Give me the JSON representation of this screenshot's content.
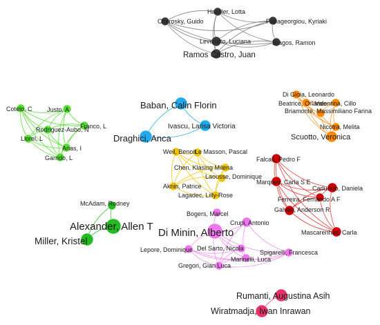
{
  "clusters": [
    {
      "id": "dark",
      "color": "#3a3a3a",
      "edge_color": "#7a7a7a",
      "nodes": [
        {
          "id": "hassler",
          "label": "Hassler, Lotta"
        },
        {
          "id": "charosky",
          "label": "Charosky, Guido"
        },
        {
          "id": "papageorgiou",
          "label": "Papageorgiou, Kyriaki"
        },
        {
          "id": "leveratto",
          "label": "Leveratto, Luciana"
        },
        {
          "id": "bragos",
          "label": "Bragos, Ramon"
        },
        {
          "id": "ramos",
          "label": "Ramos Castro, Juan"
        }
      ],
      "edges": [
        [
          "hassler",
          "charosky"
        ],
        [
          "hassler",
          "papageorgiou"
        ],
        [
          "hassler",
          "leveratto"
        ],
        [
          "hassler",
          "bragos"
        ],
        [
          "hassler",
          "ramos"
        ],
        [
          "charosky",
          "papageorgiou"
        ],
        [
          "charosky",
          "leveratto"
        ],
        [
          "charosky",
          "bragos"
        ],
        [
          "charosky",
          "ramos"
        ],
        [
          "papageorgiou",
          "leveratto"
        ],
        [
          "papageorgiou",
          "bragos"
        ],
        [
          "papageorgiou",
          "ramos"
        ],
        [
          "leveratto",
          "bragos"
        ],
        [
          "leveratto",
          "ramos"
        ],
        [
          "bragos",
          "ramos"
        ]
      ]
    },
    {
      "id": "green-left",
      "color": "#55dd33",
      "edge_color": "#55dd33",
      "nodes": [
        {
          "id": "cotelo",
          "label": "Cotelo, C"
        },
        {
          "id": "justo",
          "label": "Justo, A"
        },
        {
          "id": "franco",
          "label": "Franco, L"
        },
        {
          "id": "rodriguez",
          "label": "Rodriguez-Aubo, N"
        },
        {
          "id": "llorel",
          "label": "Llorel, L"
        },
        {
          "id": "arias",
          "label": "Arias, I"
        },
        {
          "id": "garrido",
          "label": "Garrido, L"
        }
      ],
      "edges": [
        [
          "cotelo",
          "justo"
        ],
        [
          "cotelo",
          "rodriguez"
        ],
        [
          "cotelo",
          "llorel"
        ],
        [
          "cotelo",
          "arias"
        ],
        [
          "cotelo",
          "garrido"
        ],
        [
          "cotelo",
          "franco"
        ],
        [
          "justo",
          "franco"
        ],
        [
          "justo",
          "rodriguez"
        ],
        [
          "justo",
          "llorel"
        ],
        [
          "justo",
          "arias"
        ],
        [
          "justo",
          "garrido"
        ],
        [
          "franco",
          "rodriguez"
        ],
        [
          "franco",
          "arias"
        ],
        [
          "franco",
          "garrido"
        ],
        [
          "rodriguez",
          "llorel"
        ],
        [
          "rodriguez",
          "arias"
        ],
        [
          "rodriguez",
          "garrido"
        ],
        [
          "llorel",
          "arias"
        ],
        [
          "llorel",
          "garrido"
        ],
        [
          "arias",
          "garrido"
        ]
      ]
    },
    {
      "id": "cyan",
      "color": "#22aaee",
      "edge_color": "#22aaee",
      "nodes": [
        {
          "id": "baban",
          "label": "Baban, Calin Florin"
        },
        {
          "id": "ivascu",
          "label": "Ivascu, Larisa Victoria"
        },
        {
          "id": "draghici",
          "label": "Draghici, Anca"
        }
      ],
      "edges": [
        [
          "baban",
          "draghici"
        ],
        [
          "draghici",
          "ivascu"
        ],
        [
          "baban",
          "ivascu"
        ]
      ]
    },
    {
      "id": "orange",
      "color": "#ff8800",
      "edge_color": "#ff9933",
      "nodes": [
        {
          "id": "digioia",
          "label": "Di Gioia, Leonardo"
        },
        {
          "id": "beatrice",
          "label": "Beatrice, Orlando"
        },
        {
          "id": "valentina",
          "label": "Valentina, Cillo"
        },
        {
          "id": "briamonte",
          "label": "Briamonte, Massimiliano Farina"
        },
        {
          "id": "nicotra",
          "label": "Nicotra, Melita"
        },
        {
          "id": "scuotto",
          "label": "Scuotto, Veronica"
        }
      ],
      "edges": [
        [
          "digioia",
          "beatrice"
        ],
        [
          "digioia",
          "valentina"
        ],
        [
          "digioia",
          "briamonte"
        ],
        [
          "digioia",
          "nicotra"
        ],
        [
          "digioia",
          "scuotto"
        ],
        [
          "beatrice",
          "valentina"
        ],
        [
          "beatrice",
          "briamonte"
        ],
        [
          "beatrice",
          "nicotra"
        ],
        [
          "beatrice",
          "scuotto"
        ],
        [
          "valentina",
          "briamonte"
        ],
        [
          "valentina",
          "nicotra"
        ],
        [
          "valentina",
          "scuotto"
        ],
        [
          "briamonte",
          "nicotra"
        ],
        [
          "briamonte",
          "scuotto"
        ],
        [
          "nicotra",
          "scuotto"
        ]
      ]
    },
    {
      "id": "yellow",
      "color": "#f0c400",
      "edge_color": "#f0c400",
      "nodes": [
        {
          "id": "weil",
          "label": "Weil, Benoit"
        },
        {
          "id": "lemasson",
          "label": "Le Masson, Pascal"
        },
        {
          "id": "chen",
          "label": "Chen, Klasing Milena"
        },
        {
          "id": "laousse",
          "label": "Laousse, Dominique"
        },
        {
          "id": "aknin",
          "label": "Aknin, Patrice"
        },
        {
          "id": "lagadec",
          "label": "Lagadec, Lilly-Rose"
        }
      ],
      "edges": [
        [
          "weil",
          "lemasson"
        ],
        [
          "weil",
          "chen"
        ],
        [
          "weil",
          "laousse"
        ],
        [
          "weil",
          "aknin"
        ],
        [
          "weil",
          "lagadec"
        ],
        [
          "lemasson",
          "chen"
        ],
        [
          "lemasson",
          "laousse"
        ],
        [
          "lemasson",
          "aknin"
        ],
        [
          "lemasson",
          "lagadec"
        ],
        [
          "chen",
          "laousse"
        ],
        [
          "chen",
          "aknin"
        ],
        [
          "chen",
          "lagadec"
        ],
        [
          "laousse",
          "aknin"
        ],
        [
          "laousse",
          "lagadec"
        ],
        [
          "aknin",
          "lagadec"
        ]
      ]
    },
    {
      "id": "red",
      "color": "#cc0000",
      "edge_color": "#dd3333",
      "nodes": [
        {
          "id": "falcao",
          "label": "Falcao, Pedro F"
        },
        {
          "id": "marques",
          "label": "Marques, Carla S E"
        },
        {
          "id": "carluccio",
          "label": "Carluccio, Daniela"
        },
        {
          "id": "ferreira",
          "label": "Ferreira, Fernando A F"
        },
        {
          "id": "galvao",
          "label": "Galvao, Anderson R"
        },
        {
          "id": "mascarenhas",
          "label": "Mascarenhas, Carla"
        }
      ],
      "edges": [
        [
          "falcao",
          "marques"
        ],
        [
          "falcao",
          "carluccio"
        ],
        [
          "falcao",
          "ferreira"
        ],
        [
          "falcao",
          "galvao"
        ],
        [
          "falcao",
          "mascarenhas"
        ],
        [
          "marques",
          "carluccio"
        ],
        [
          "marques",
          "ferreira"
        ],
        [
          "marques",
          "galvao"
        ],
        [
          "marques",
          "mascarenhas"
        ],
        [
          "carluccio",
          "ferreira"
        ],
        [
          "carluccio",
          "galvao"
        ],
        [
          "carluccio",
          "mascarenhas"
        ],
        [
          "ferreira",
          "galvao"
        ],
        [
          "ferreira",
          "mascarenhas"
        ],
        [
          "galvao",
          "mascarenhas"
        ]
      ]
    },
    {
      "id": "green-dark",
      "color": "#22bb22",
      "edge_color": "#33bb33",
      "nodes": [
        {
          "id": "mcadam",
          "label": "McAdam, Rodney"
        },
        {
          "id": "alexander",
          "label": "Alexander, Allen T"
        },
        {
          "id": "miller",
          "label": "Miller, Kristel"
        }
      ],
      "edges": [
        [
          "mcadam",
          "alexander"
        ],
        [
          "alexander",
          "miller"
        ],
        [
          "mcadam",
          "miller"
        ]
      ]
    },
    {
      "id": "violet",
      "color": "#ee77ee",
      "edge_color": "#ee88ee",
      "nodes": [
        {
          "id": "bogers",
          "label": "Bogers, Marcel"
        },
        {
          "id": "diminin",
          "label": "Di Minin, Alberto"
        },
        {
          "id": "crupi",
          "label": "Crupi, Antonio"
        },
        {
          "id": "lepore",
          "label": "Lepore, Dominique"
        },
        {
          "id": "delsarto",
          "label": "Del Sarto, Nicola"
        },
        {
          "id": "spigarelli",
          "label": "Spigarelli, Francesca"
        },
        {
          "id": "marinelli",
          "label": "Marinelli, Luca"
        },
        {
          "id": "gregori",
          "label": "Gregori, Gian Luca"
        }
      ],
      "edges": [
        [
          "bogers",
          "diminin"
        ],
        [
          "diminin",
          "crupi"
        ],
        [
          "diminin",
          "lepore"
        ],
        [
          "diminin",
          "delsarto"
        ],
        [
          "diminin",
          "marinelli"
        ],
        [
          "diminin",
          "gregori"
        ],
        [
          "diminin",
          "spigarelli"
        ],
        [
          "crupi",
          "spigarelli"
        ],
        [
          "crupi",
          "marinelli"
        ],
        [
          "crupi",
          "gregori"
        ],
        [
          "lepore",
          "delsarto"
        ],
        [
          "lepore",
          "marinelli"
        ],
        [
          "lepore",
          "gregori"
        ],
        [
          "lepore",
          "spigarelli"
        ],
        [
          "delsarto",
          "marinelli"
        ],
        [
          "delsarto",
          "gregori"
        ],
        [
          "marinelli",
          "gregori"
        ],
        [
          "marinelli",
          "spigarelli"
        ],
        [
          "gregori",
          "spigarelli"
        ]
      ]
    },
    {
      "id": "pink",
      "color": "#e8336a",
      "edge_color": "#e8336a",
      "nodes": [
        {
          "id": "rumanti",
          "label": "Rumanti, Augustina Asih"
        },
        {
          "id": "wiratmadja",
          "label": "Wiratmadja, Iwan Inrawan"
        }
      ],
      "edges": [
        [
          "rumanti",
          "wiratmadja"
        ]
      ]
    }
  ]
}
